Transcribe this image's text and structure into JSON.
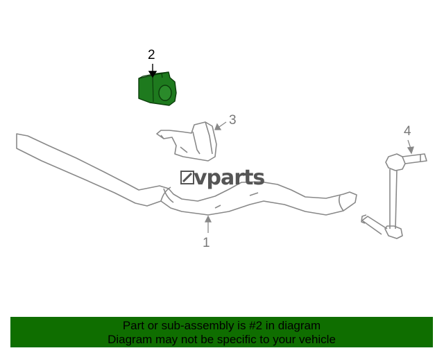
{
  "diagram": {
    "callouts": {
      "part_1": "1",
      "part_2": "2",
      "part_3": "3",
      "part_4": "4"
    },
    "watermark": "vparts",
    "highlight_color": "#1e7a1e",
    "line_color": "#888888"
  },
  "banner": {
    "line1": "Part or sub-assembly is #2 in diagram",
    "line2": "Diagram may not be specific to your vehicle",
    "background": "#0f6e00"
  }
}
